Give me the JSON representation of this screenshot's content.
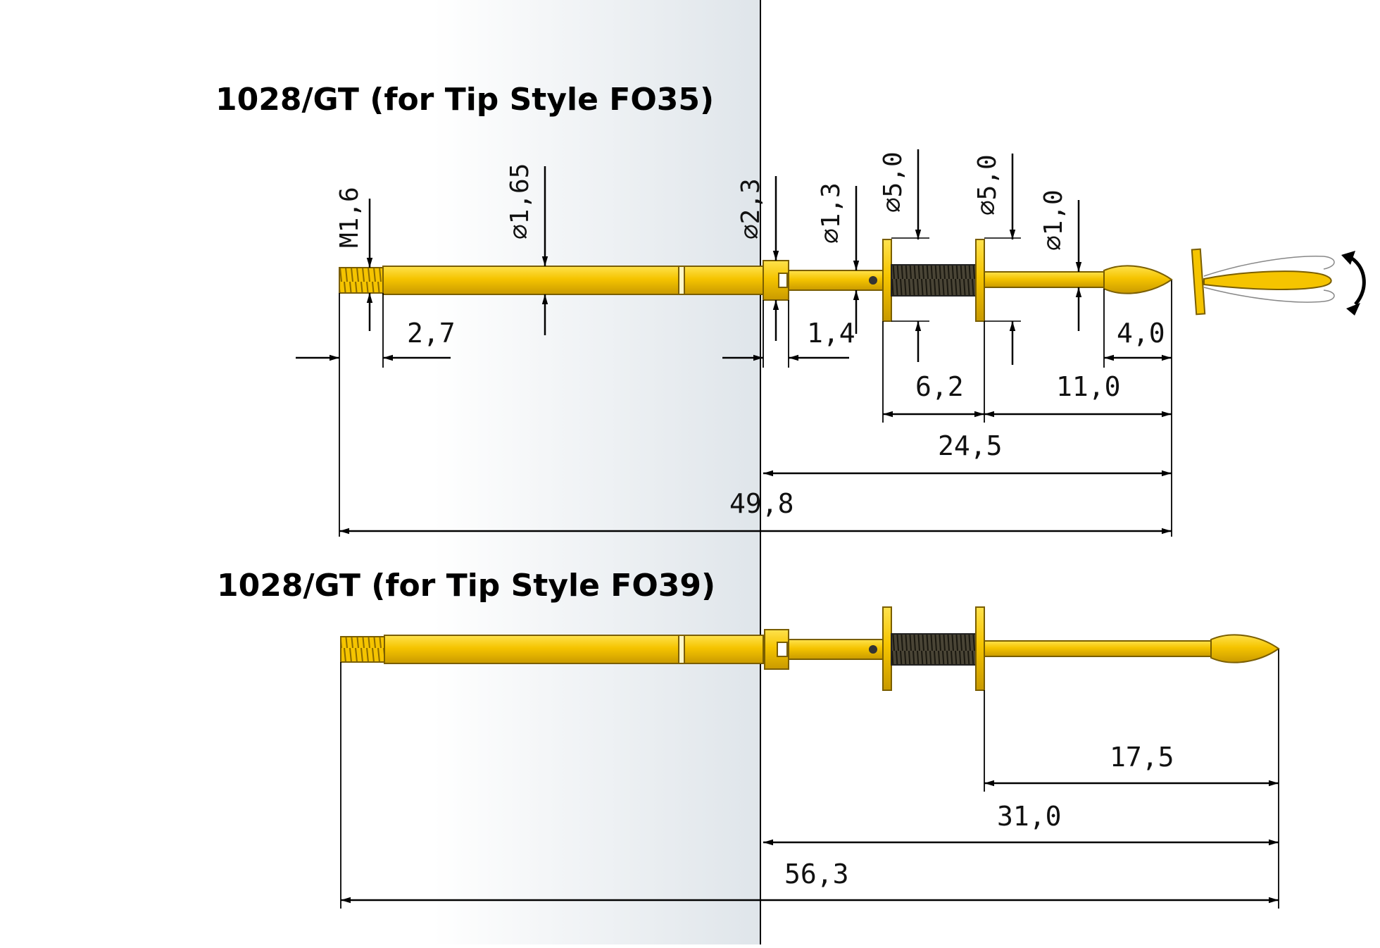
{
  "diagram_a": {
    "title": "1028/GT (for Tip Style FO35)",
    "dims": {
      "thread": "M1,6",
      "d_shaft": "⌀1,65",
      "d_collar": "⌀2,3",
      "d_neck": "⌀1,3",
      "d_flange1": "⌀5,0",
      "d_flange2": "⌀5,0",
      "d_tip": "⌀1,0",
      "thread_len": "2,7",
      "collar_len": "1,4",
      "tip_len": "4,0",
      "flange_gap": "6,2",
      "flange_to_tip": "11,0",
      "collar_to_tip": "24,5",
      "total": "49,8"
    }
  },
  "diagram_b": {
    "title": "1028/GT (for Tip Style FO39)",
    "dims": {
      "flange_to_tip": "17,5",
      "collar_to_tip": "31,0",
      "total": "56,3"
    }
  },
  "colors": {
    "gold": "#F5C400",
    "gold_dark": "#B08A00",
    "panel": "#DDE3E8",
    "line": "#000000"
  }
}
